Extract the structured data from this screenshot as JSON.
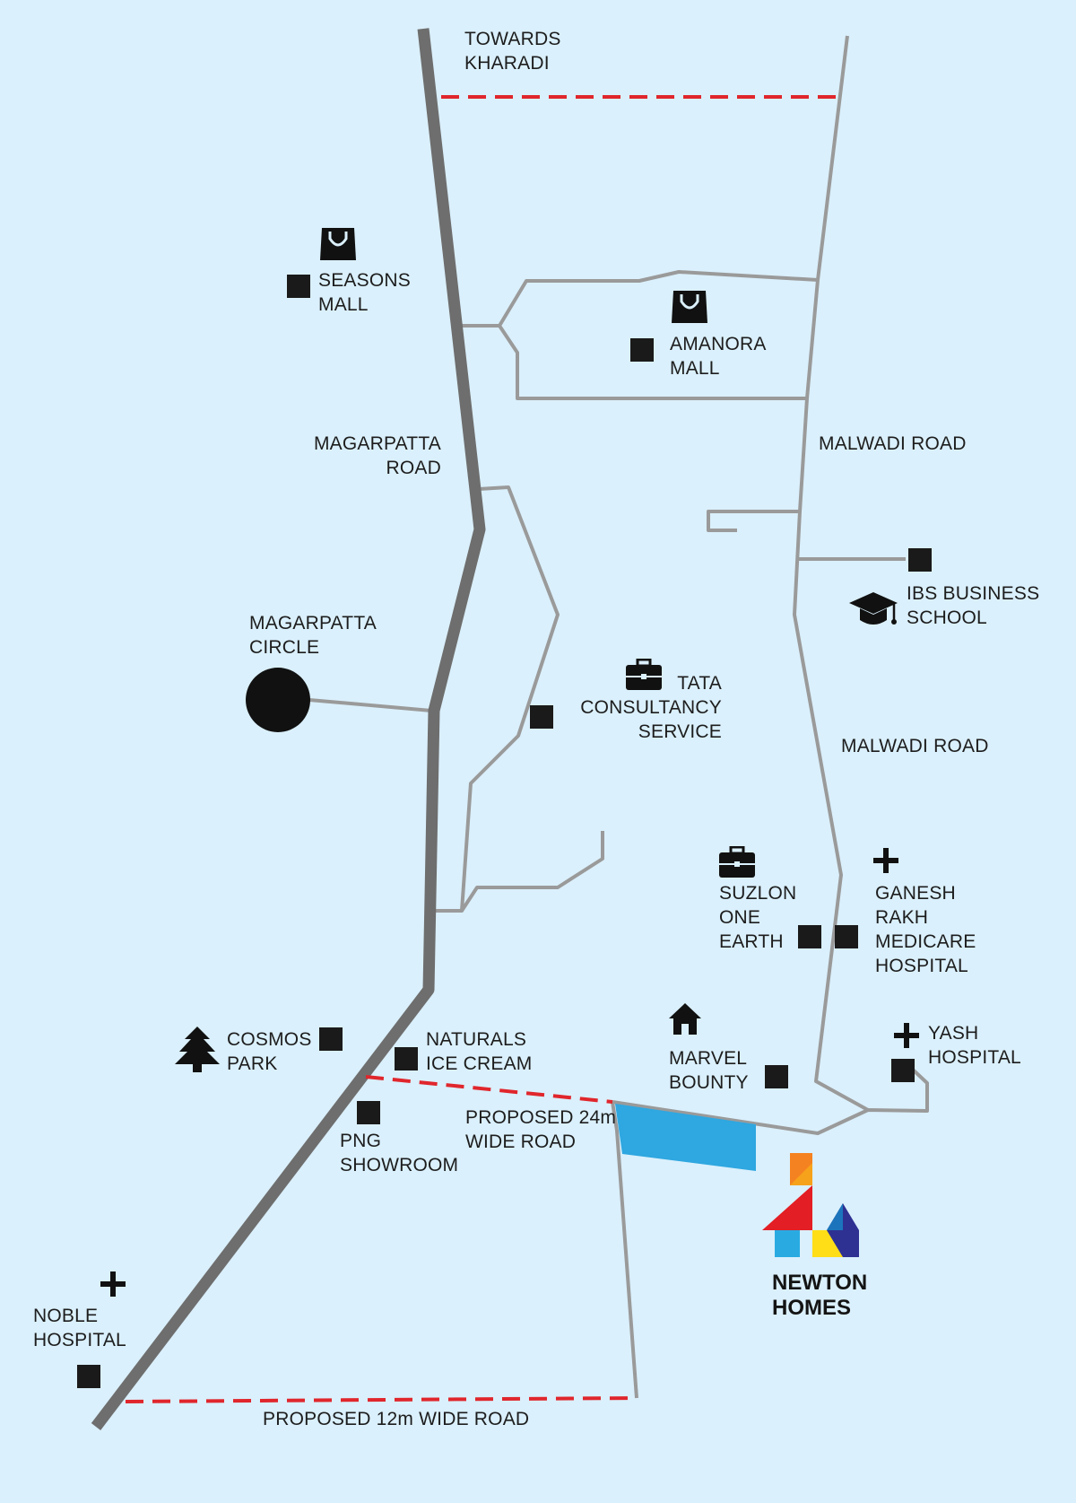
{
  "colors": {
    "background": "#daf0fc",
    "main_road": "#6e6e6e",
    "minor_road": "#9a9a9a",
    "proposed_road": "#e0262c",
    "site_plot": "#2fa7e0",
    "marker": "#1a1a1a"
  },
  "labels": {
    "towards_kharadi": "TOWARDS\nKHARADI",
    "seasons_mall": "SEASONS\nMALL",
    "amanora_mall": "AMANORA\nMALL",
    "magarpatta_road": "MAGARPATTA\nROAD",
    "malwadi_road_top": "MALWADI ROAD",
    "ibs_business_school": "IBS BUSINESS\nSCHOOL",
    "magarpatta_circle": "MAGARPATTA\nCIRCLE",
    "tata_consultancy": "TATA\nCONSULTANCY\nSERVICE",
    "malwadi_road_bottom": "MALWADI ROAD",
    "suzlon_one_earth": "SUZLON\nONE\nEARTH",
    "ganesh_rakh": "GANESH\nRAKH\nMEDICARE\nHOSPITAL",
    "cosmos_park": "COSMOS\nPARK",
    "naturals_ice_cream": "NATURALS\nICE CREAM",
    "marvel_bounty": "MARVEL\nBOUNTY",
    "yash_hospital": "YASH\nHOSPITAL",
    "proposed_24m": "PROPOSED 24m\nWIDE ROAD",
    "png_showroom": "PNG\nSHOWROOM",
    "noble_hospital": "NOBLE\nHOSPITAL",
    "proposed_12m": "PROPOSED 12m WIDE ROAD"
  },
  "brand": {
    "name": "NEWTON\nHOMES",
    "colors": [
      "#f58220",
      "#e31e24",
      "#ffde17",
      "#29abe2",
      "#2e3192"
    ]
  },
  "icons": {
    "seasons_mall": "shopping-bag-icon",
    "amanora_mall": "shopping-bag-icon",
    "ibs_business_school": "graduation-cap-icon",
    "tata_consultancy": "briefcase-icon",
    "suzlon_one_earth": "briefcase-icon",
    "ganesh_rakh": "hospital-cross-icon",
    "yash_hospital": "hospital-cross-icon",
    "noble_hospital": "hospital-cross-icon",
    "cosmos_park": "tree-icon",
    "marvel_bounty": "house-icon"
  }
}
